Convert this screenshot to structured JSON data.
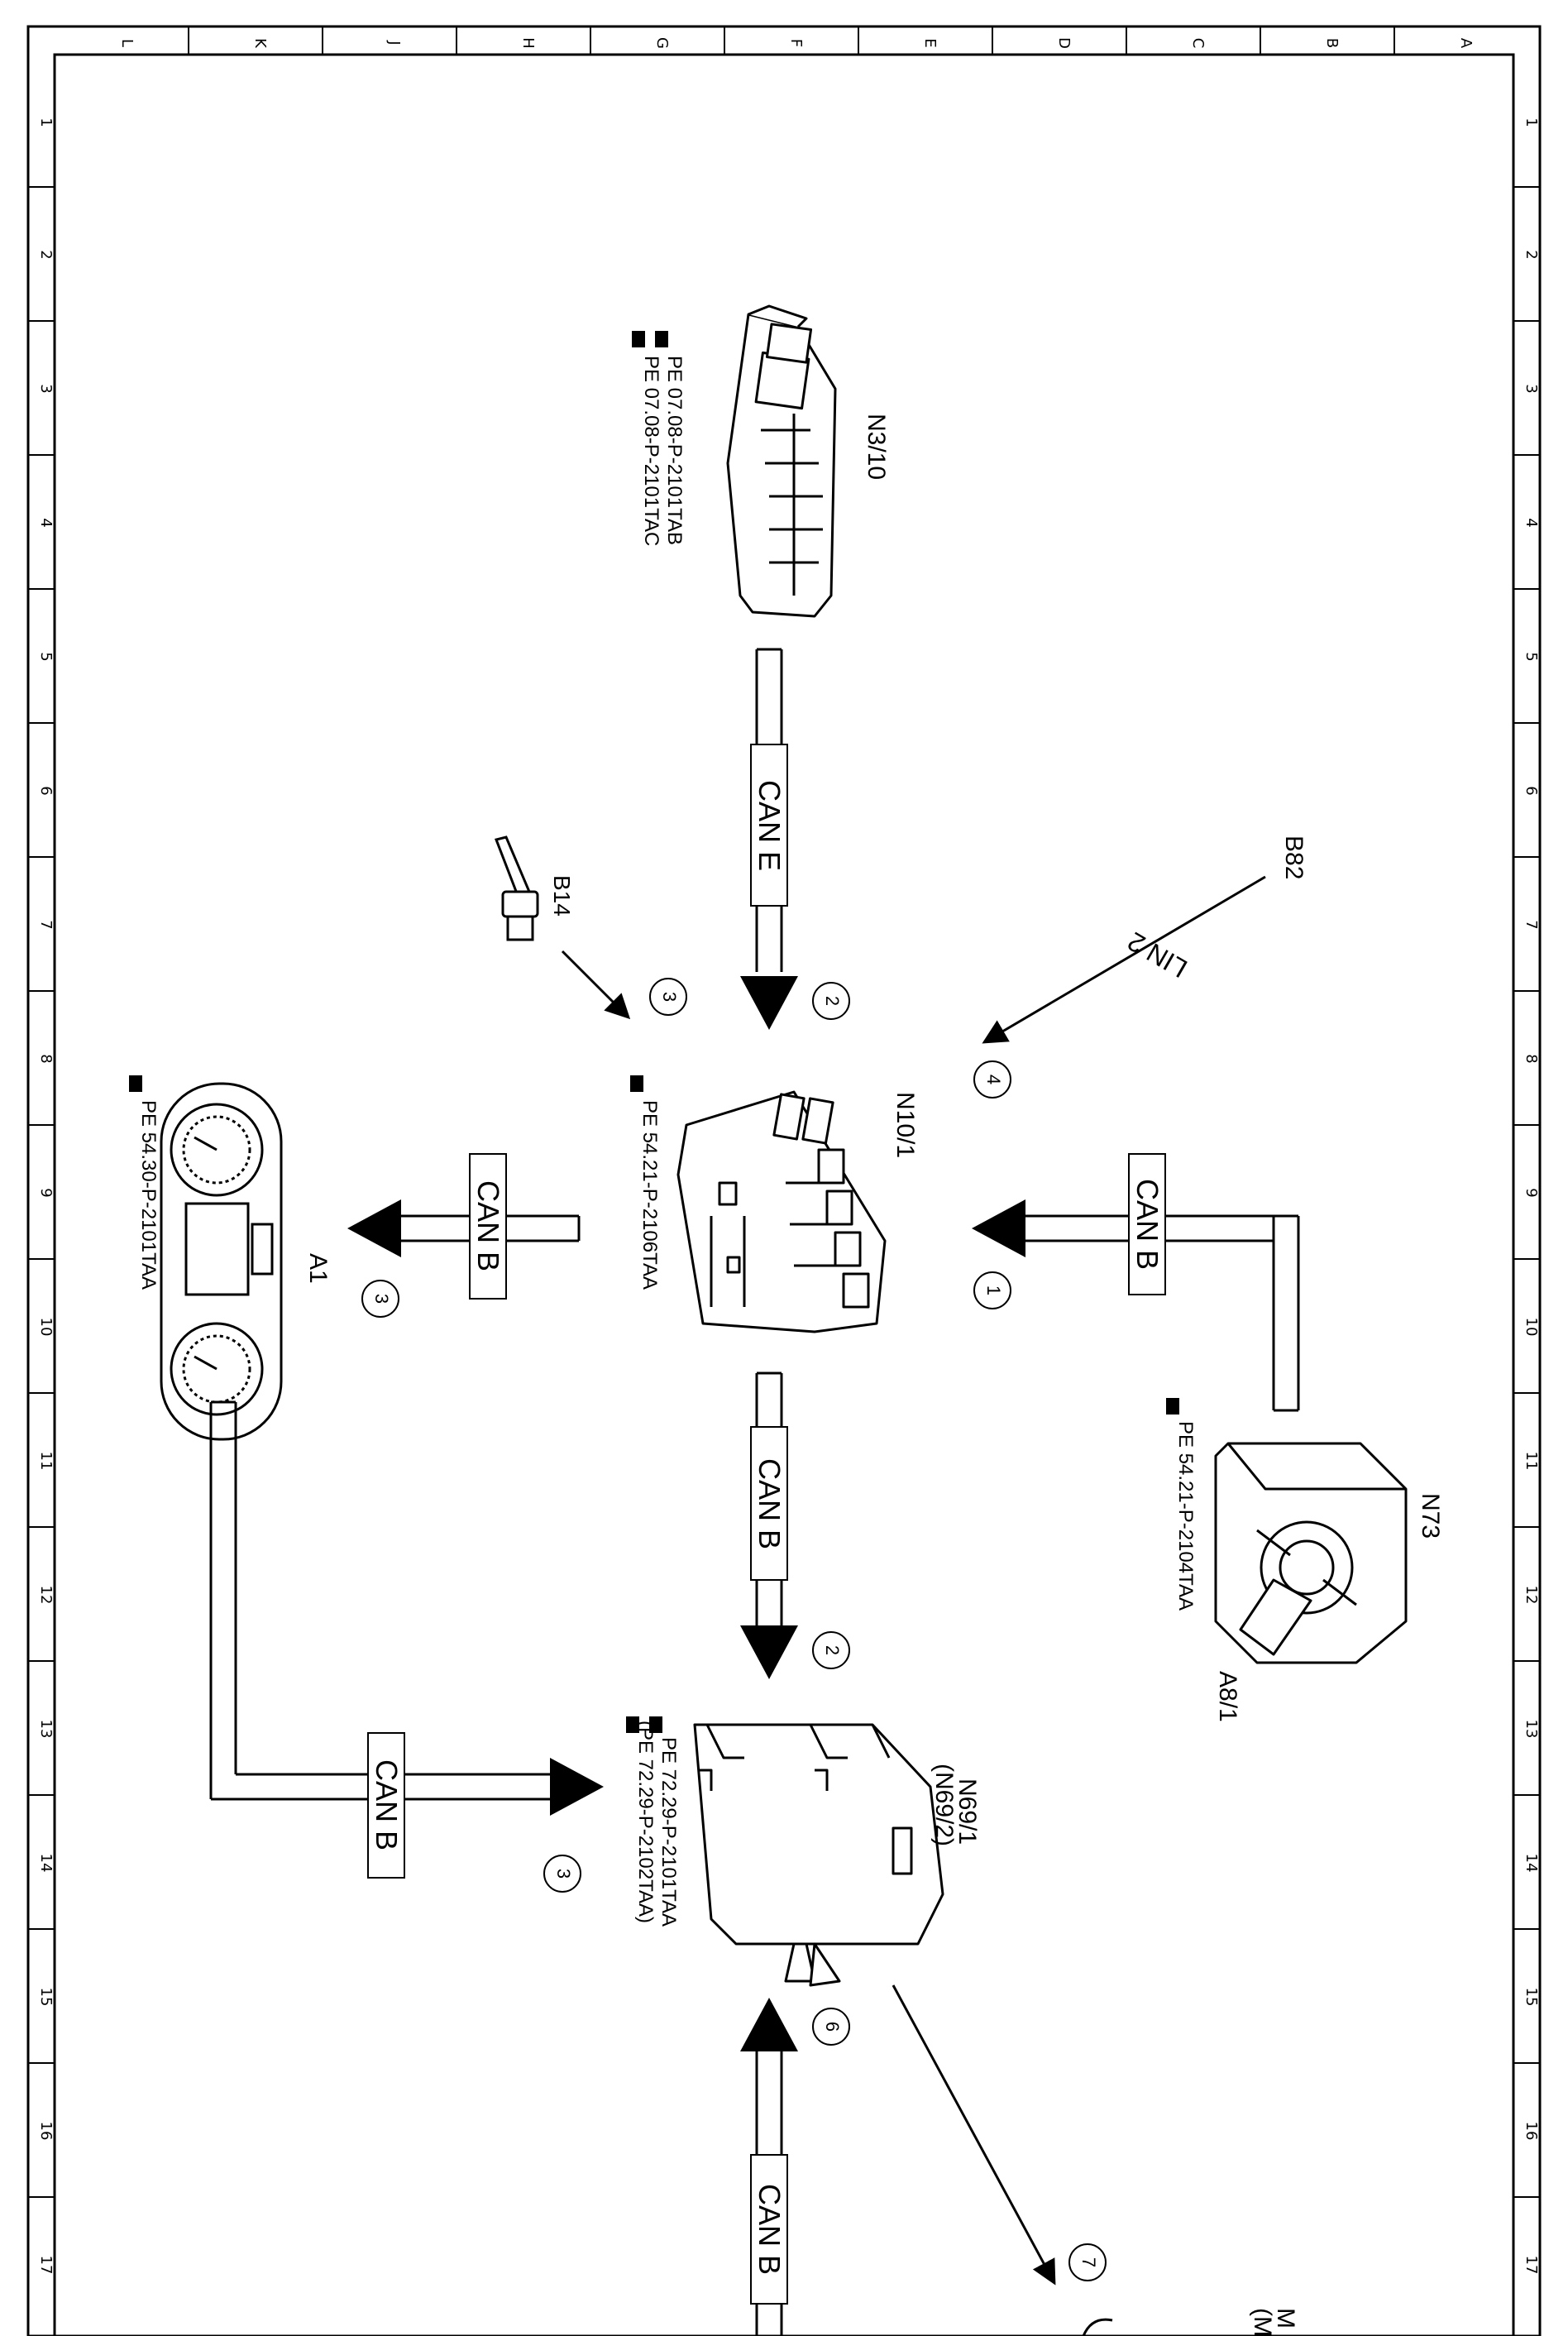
{
  "frame": {
    "col_letters": [
      "L",
      "K",
      "J",
      "H",
      "G",
      "F",
      "E",
      "D",
      "C",
      "B",
      "A"
    ],
    "row_numbers": [
      "1",
      "2",
      "3",
      "4",
      "5",
      "6",
      "7",
      "8",
      "9",
      "10",
      "11",
      "12",
      "13",
      "14",
      "15",
      "16",
      "17"
    ]
  },
  "components": {
    "n3_10": {
      "id": "N3/10",
      "refs": [
        "PE 07.08-P-2101TAB",
        "PE 07.08-P-2101TAC"
      ]
    },
    "b14": {
      "id": "B14"
    },
    "b82": {
      "id": "B82"
    },
    "n10_1": {
      "id": "N10/1",
      "refs": [
        "PE 54.21-P-2106TAA"
      ]
    },
    "a1": {
      "id": "A1",
      "refs": [
        "PE 54.30-P-2101TAA"
      ]
    },
    "n73": {
      "id": "N73",
      "refs": [
        "PE 54.21-P-2104TAA"
      ]
    },
    "a8_1": {
      "id": "A8/1"
    },
    "n69_1": {
      "id": "N69/1",
      "id_alt": "(N69/2)",
      "refs": [
        "PE 72.29-P-2101TAA",
        "(PE 72.29-P-2102TAA)"
      ]
    },
    "m_partial": {
      "text_1": "M",
      "text_2": "(M"
    }
  },
  "buses": {
    "can_e": "CAN E",
    "lin_2": "LIN 2",
    "can_b_n73": "CAN B",
    "can_b_a1": "CAN B",
    "can_b_n69": "CAN B",
    "can_b_a1_n69": "CAN B",
    "can_b_bottom": "CAN B"
  },
  "steps": {
    "s1": "1",
    "s2_top": "2",
    "s2_bottom": "2",
    "s3_b14": "3",
    "s3_a1": "3",
    "s3_n69": "3",
    "s4": "4",
    "s6": "6",
    "s7": "7"
  }
}
